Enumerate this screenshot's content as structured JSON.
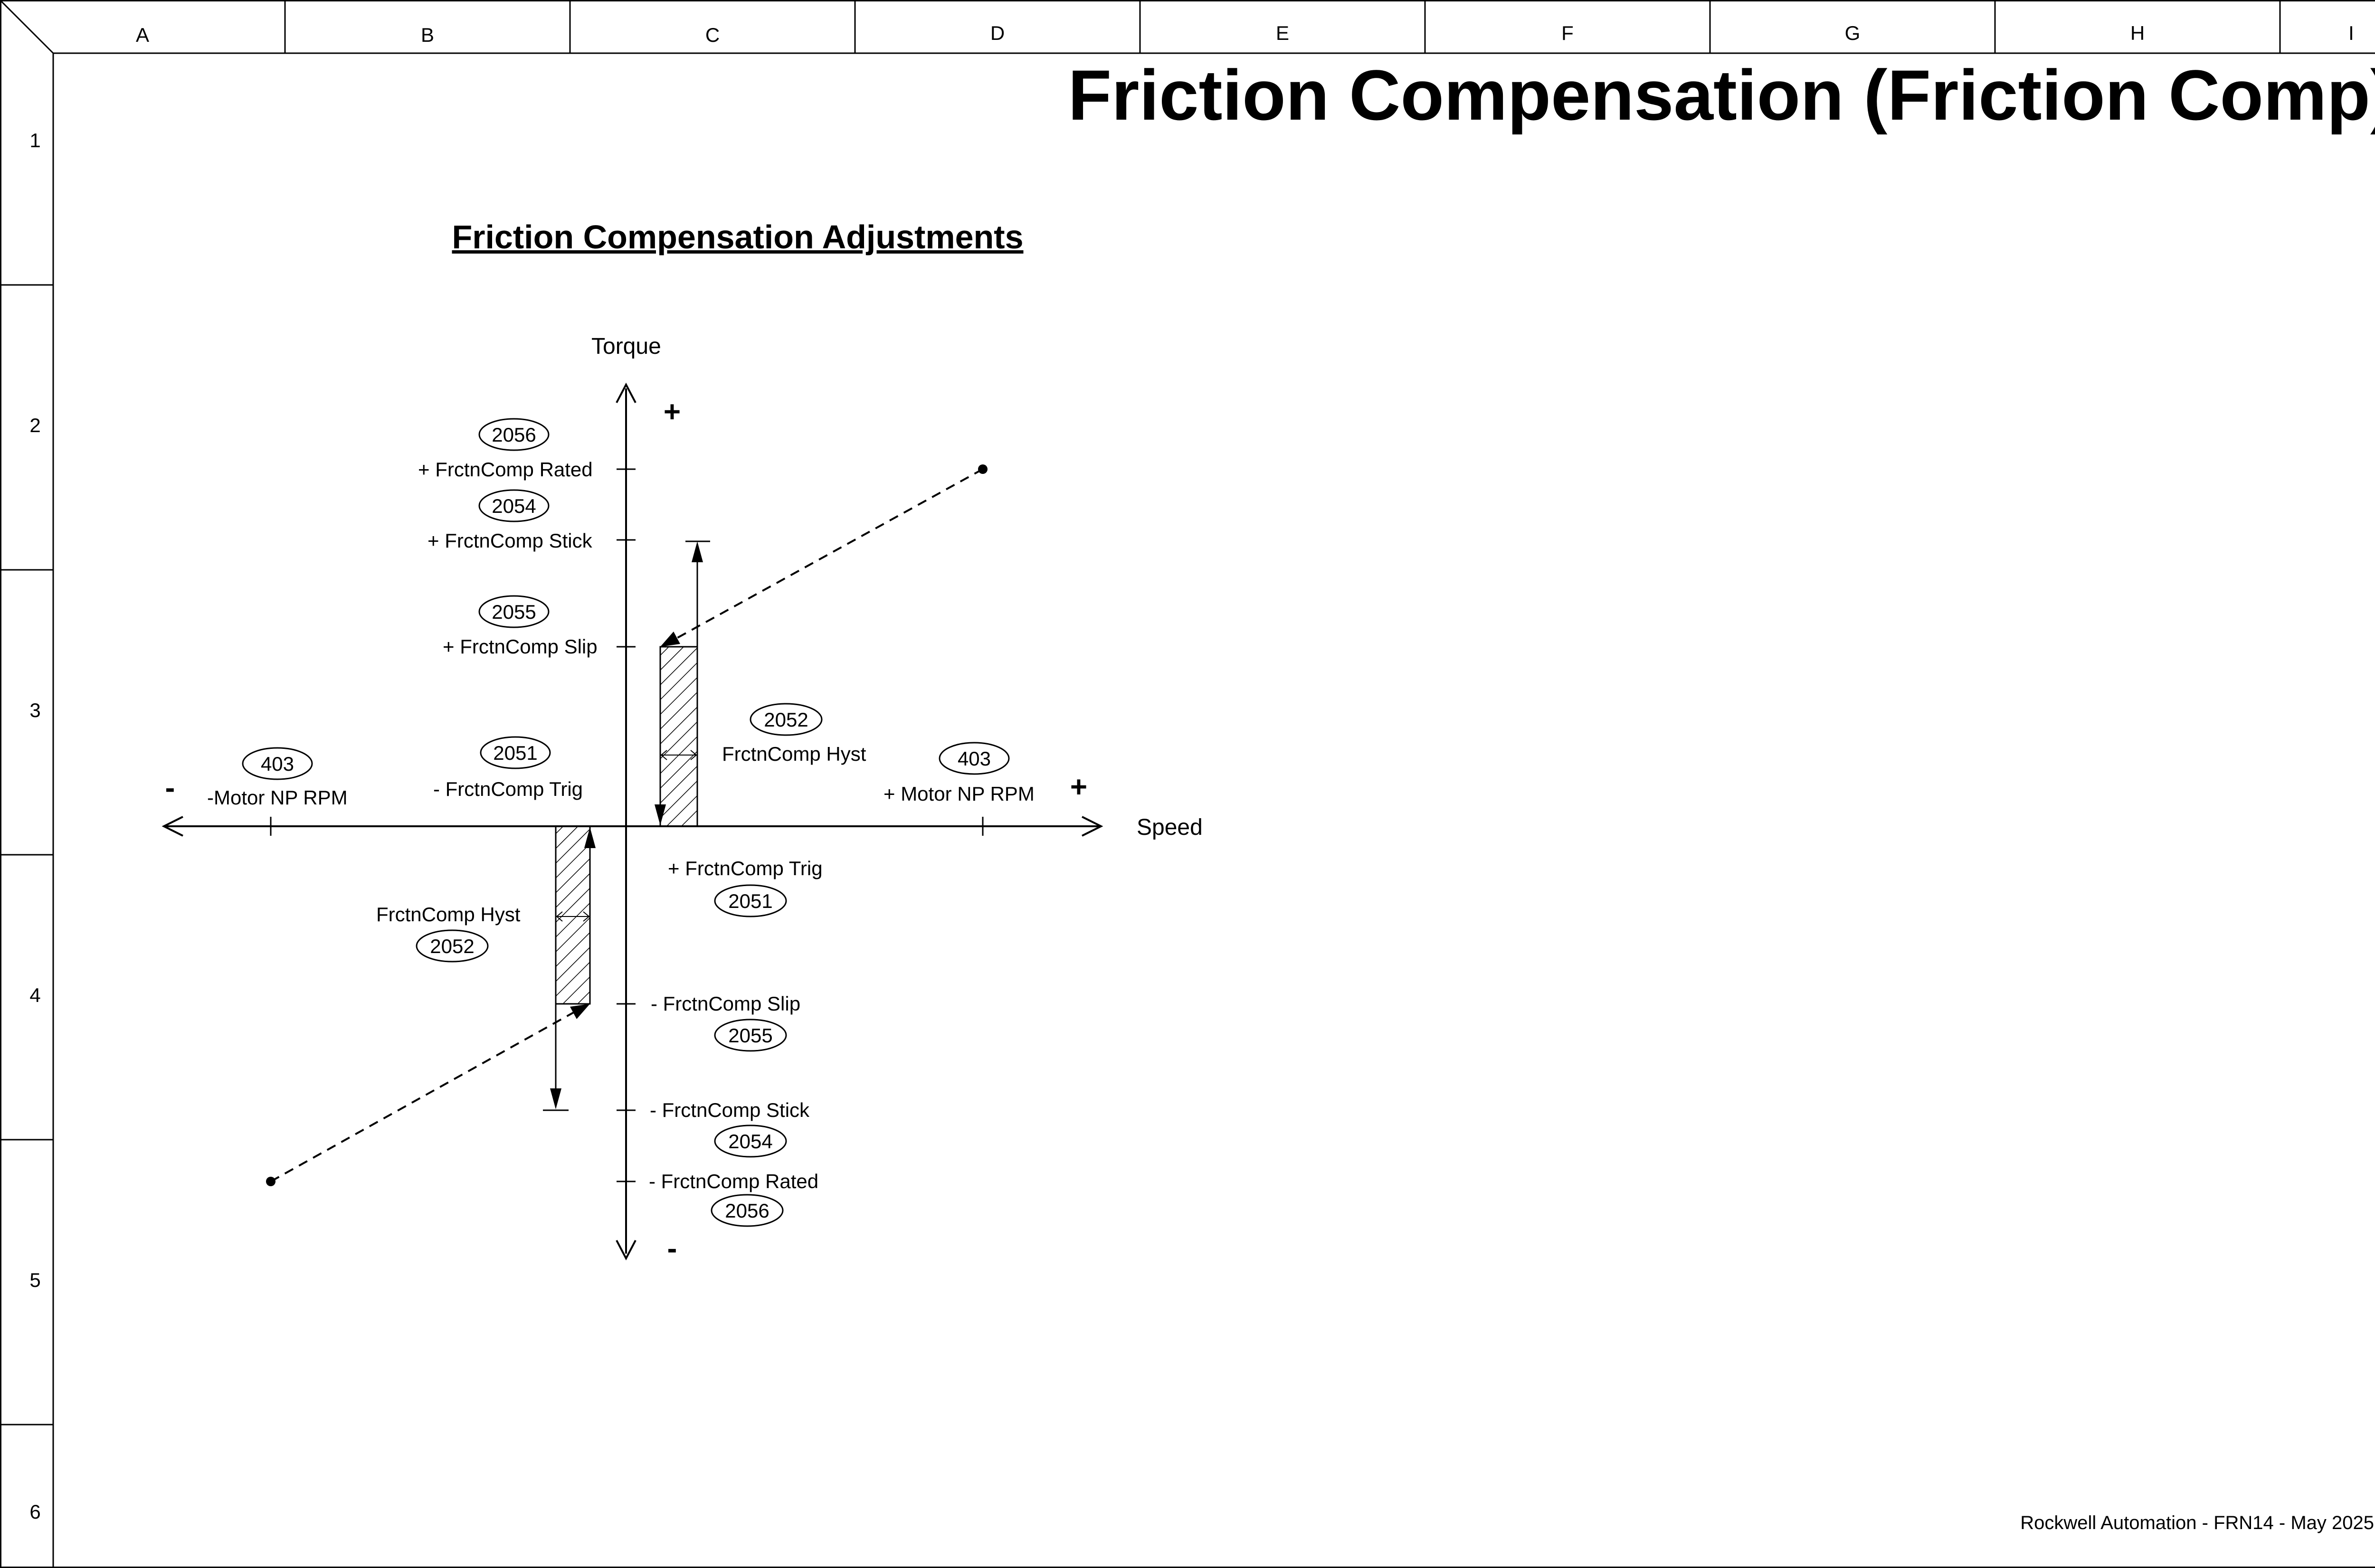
{
  "grid": {
    "columns": [
      "A",
      "B",
      "C",
      "D",
      "E",
      "F",
      "G",
      "H",
      "I"
    ],
    "rows": [
      "1",
      "2",
      "3",
      "4",
      "5",
      "6"
    ]
  },
  "title": "Friction Compensation (Friction Comp)",
  "subtitle": "Friction Compensation Adjustments",
  "diagram": {
    "y_axis_label": "Torque",
    "x_axis_label": "Speed",
    "plus_sign": "+",
    "minus_sign": "-",
    "params": {
      "rated_pos": {
        "number": "2056",
        "label": "+ FrctnComp Rated"
      },
      "stick_pos": {
        "number": "2054",
        "label": "+ FrctnComp Stick"
      },
      "slip_pos": {
        "number": "2055",
        "label": "+ FrctnComp Slip"
      },
      "trig_neg": {
        "number": "2051",
        "label": "- FrctnComp Trig"
      },
      "hyst_pos": {
        "number": "2052",
        "label": "FrctnComp Hyst"
      },
      "rpm_neg": {
        "number": "403",
        "label": "-Motor NP RPM"
      },
      "rpm_pos": {
        "number": "403",
        "label": "+ Motor NP RPM"
      },
      "trig_pos": {
        "number": "2051",
        "label": "+ FrctnComp Trig"
      },
      "hyst_neg": {
        "number": "2052",
        "label": "FrctnComp Hyst"
      },
      "slip_neg": {
        "number": "2055",
        "label": "- FrctnComp Slip"
      },
      "stick_neg": {
        "number": "2054",
        "label": "- FrctnComp Stick"
      },
      "rated_neg": {
        "number": "2056",
        "label": "- FrctnComp Rated"
      }
    }
  },
  "footer": "Rockwell Automation - FRN14 - May 2025"
}
